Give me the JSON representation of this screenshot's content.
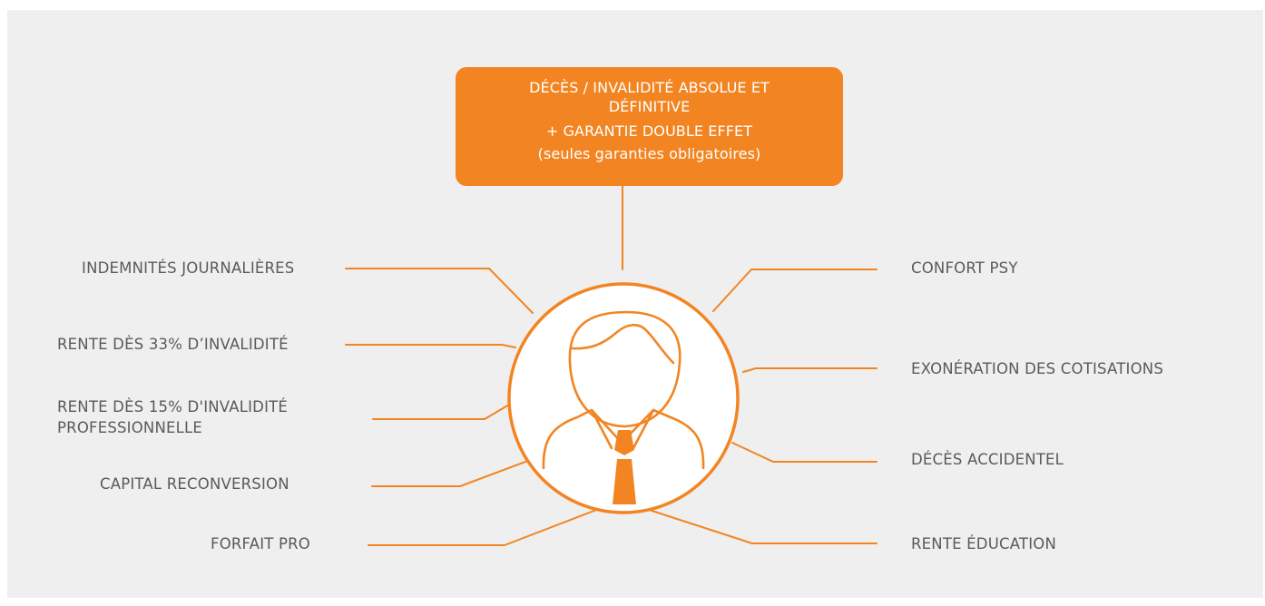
{
  "colors": {
    "background": "#efefef",
    "accent": "#f28522",
    "label_text": "#5a5a5a",
    "box_text": "#ffffff"
  },
  "central_box": {
    "line1": "DÉCÈS  / INVALIDITÉ ABSOLUE ET",
    "line2": "DÉFINITIVE",
    "line3": "+ GARANTIE DOUBLE EFFET",
    "line4": "(seules garanties obligatoires)"
  },
  "center_icon": "person-with-tie-icon",
  "left_items": [
    {
      "label": "INDEMNITÉS JOURNALIÈRES"
    },
    {
      "label": "RENTE DÈS 33% D’INVALIDITÉ"
    },
    {
      "label": "RENTE DÈS 15% D'INVALIDITÉ PROFESSIONNELLE"
    },
    {
      "label": "CAPITAL RECONVERSION"
    },
    {
      "label": "FORFAIT PRO"
    }
  ],
  "right_items": [
    {
      "label": "CONFORT  PSY"
    },
    {
      "label": "EXONÉRATION DES COTISATIONS"
    },
    {
      "label": "DÉCÈS ACCIDENTEL"
    },
    {
      "label": "RENTE ÉDUCATION"
    }
  ]
}
